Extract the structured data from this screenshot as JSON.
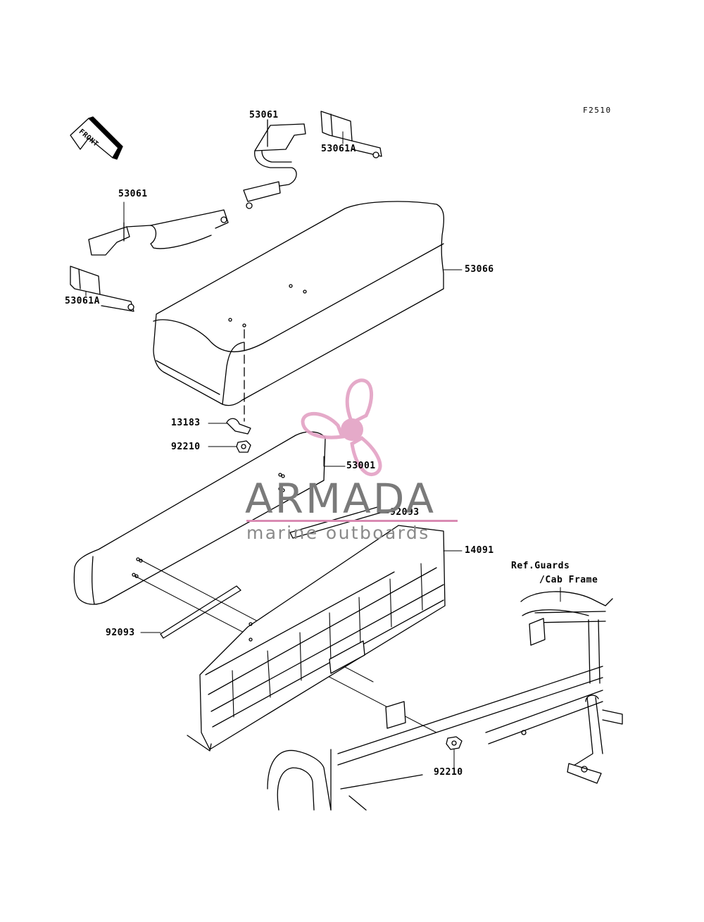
{
  "figure_code": "F2510",
  "front_arrow": {
    "label": "FRONT"
  },
  "callouts": [
    {
      "id": "c1",
      "text": "53061"
    },
    {
      "id": "c2",
      "text": "53061A"
    },
    {
      "id": "c3",
      "text": "53061"
    },
    {
      "id": "c4",
      "text": "53066"
    },
    {
      "id": "c5",
      "text": "53061A"
    },
    {
      "id": "c6",
      "text": "13183"
    },
    {
      "id": "c7",
      "text": "92210"
    },
    {
      "id": "c8",
      "text": "53001"
    },
    {
      "id": "c9",
      "text": "92093"
    },
    {
      "id": "c10",
      "text": "14091"
    },
    {
      "id": "c11",
      "text": "92093"
    },
    {
      "id": "c12",
      "text": "92210"
    }
  ],
  "reference": {
    "line1": "Ref.Guards",
    "line2": "/Cab Frame"
  },
  "watermark": {
    "title": "ARMADA",
    "subtitle": "marine outboards",
    "accent_color": "#e3a1c4",
    "text_color": "#7a7a7a"
  }
}
